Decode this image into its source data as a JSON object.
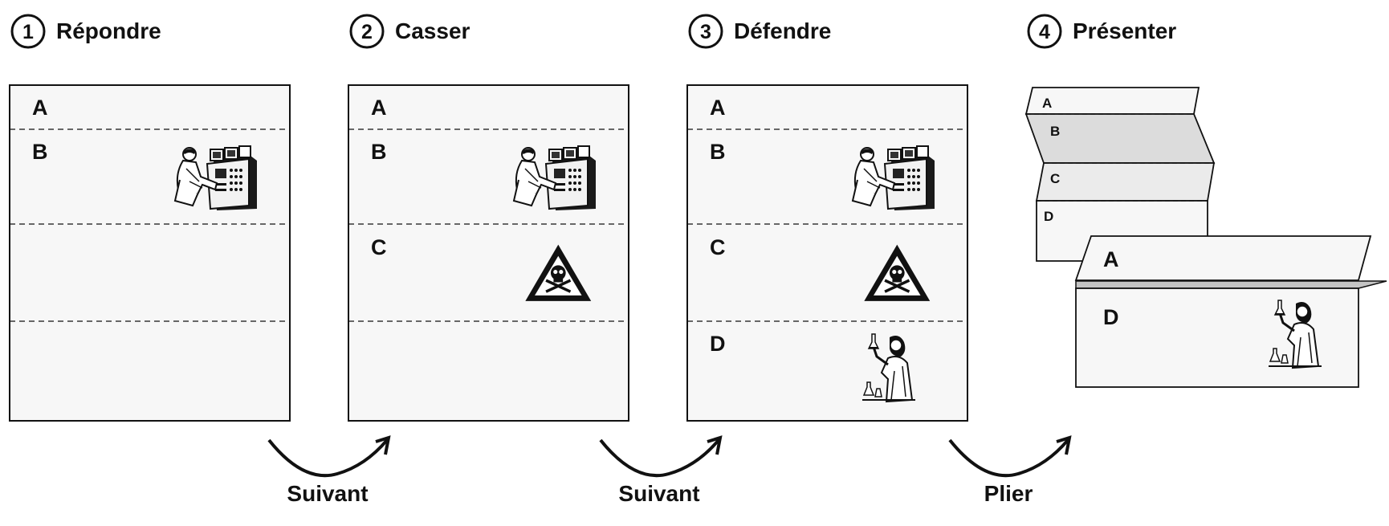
{
  "steps": [
    {
      "num": "1",
      "title": "Répondre"
    },
    {
      "num": "2",
      "title": "Casser"
    },
    {
      "num": "3",
      "title": "Défendre"
    },
    {
      "num": "4",
      "title": "Présenter"
    }
  ],
  "sheets": [
    {
      "rows": [
        "A",
        "B"
      ]
    },
    {
      "rows": [
        "A",
        "B",
        "C"
      ]
    },
    {
      "rows": [
        "A",
        "B",
        "C",
        "D"
      ]
    }
  ],
  "folded": {
    "back_rows": [
      "A",
      "B",
      "C",
      "D"
    ],
    "front_rows": [
      "A",
      "D"
    ]
  },
  "arrows": [
    "Suivant",
    "Suivant",
    "Plier"
  ],
  "icons": [
    "engineer-at-machine-icon",
    "skull-hazard-icon",
    "scientist-with-flask-icon"
  ]
}
